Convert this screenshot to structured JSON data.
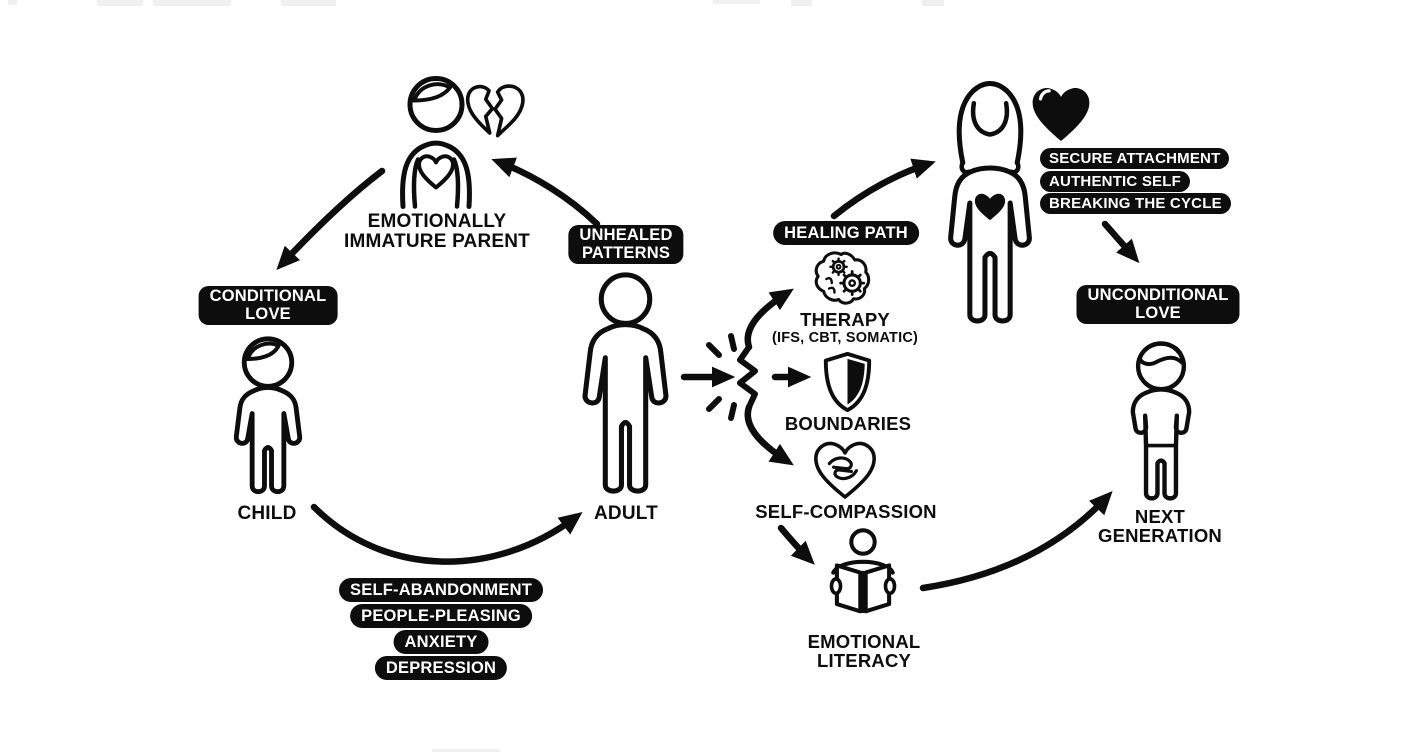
{
  "colors": {
    "ink": "#0d0d0d",
    "badge_background": "#0d0d0d",
    "badge_text": "#ffffff",
    "canvas": "#ffffff"
  },
  "cycle": {
    "parent": {
      "line1": "EMOTIONALLY",
      "line2": "IMMATURE PARENT"
    },
    "conditional_love_badge": {
      "line1": "CONDITIONAL",
      "line2": "LOVE"
    },
    "child_label": "CHILD",
    "adult_label": "ADULT",
    "unhealed_patterns_badge": {
      "line1": "UNHEALED",
      "line2": "PATTERNS"
    },
    "wound_badges": [
      "SELF-ABANDONMENT",
      "PEOPLE-PLEASING",
      "ANXIETY",
      "DEPRESSION"
    ]
  },
  "healing": {
    "badge": "HEALING PATH",
    "steps": [
      {
        "label": "THERAPY",
        "sublabel": "(IFS, CBT, SOMATIC)",
        "icon": "brain-with-gears-icon"
      },
      {
        "label": "BOUNDARIES",
        "icon": "half-shaded-shield-icon"
      },
      {
        "label": "SELF-COMPASSION",
        "icon": "hands-heart-icon"
      },
      {
        "line1": "EMOTIONAL",
        "line2": "LITERACY",
        "icon": "person-reading-book-icon"
      }
    ]
  },
  "outcome": {
    "badges": [
      "SECURE ATTACHMENT",
      "AUTHENTIC SELF",
      "BREAKING THE CYCLE"
    ],
    "unconditional_love_badge": {
      "line1": "UNCONDITIONAL",
      "line2": "LOVE"
    },
    "next_generation_label": {
      "line1": "NEXT",
      "line2": "GENERATION"
    }
  },
  "icons": {
    "parent": "emotionally-immature-parent-figure",
    "broken_heart": "broken-heart-icon",
    "child": "child-figure",
    "adult": "adult-figure",
    "cycle_break": "impact-break-icon",
    "therapy": "brain-with-gears-icon",
    "boundaries": "half-shaded-shield-icon",
    "self_compassion": "hands-heart-icon",
    "emotional_literacy": "person-reading-book-icon",
    "healed_adult": "healed-woman-figure",
    "whole_heart": "whole-heart-icon",
    "next_generation": "next-generation-child-figure"
  }
}
